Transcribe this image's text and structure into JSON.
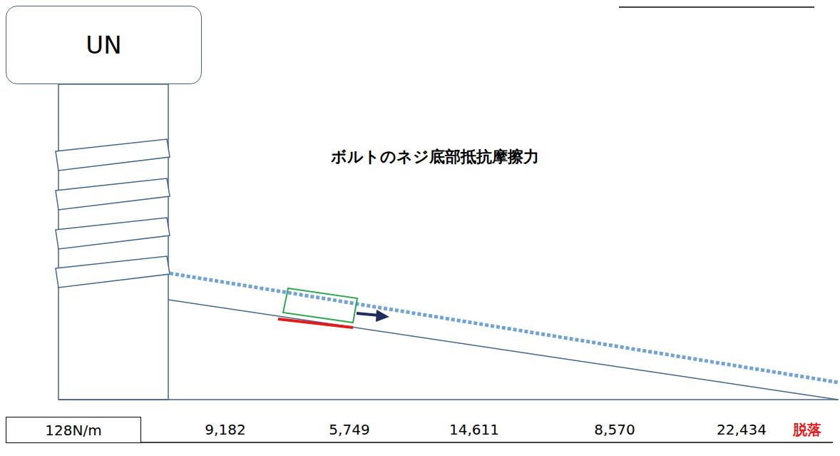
{
  "diagram": {
    "title": "ボルトのネジ底部抵抗摩擦力",
    "nodes": [
      {
        "text": [
          "UN"
        ]
      },
      {
        "text": [
          "128N/m"
        ]
      }
    ],
    "labels": [
      "9,182",
      "5,749",
      "14,611",
      "8,570",
      "22,434",
      "脱落"
    ]
  }
}
